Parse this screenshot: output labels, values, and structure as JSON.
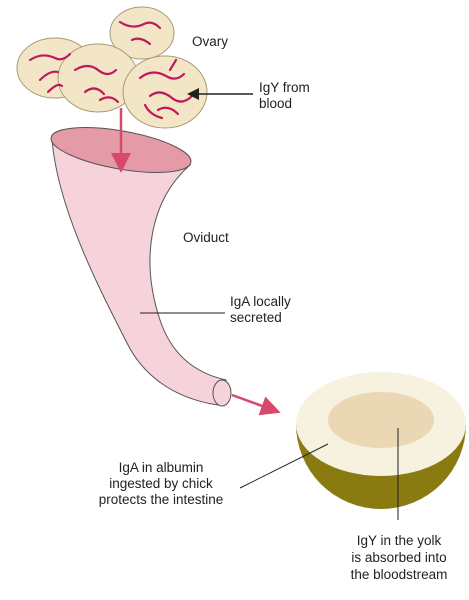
{
  "labels": {
    "ovary": "Ovary",
    "igy_blood": [
      "IgY from",
      "blood"
    ],
    "oviduct": "Oviduct",
    "iga_local": [
      "IgA locally",
      "secreted"
    ],
    "iga_albumin": [
      "IgA in albumin",
      "ingested by chick",
      "protects the intestine"
    ],
    "igy_yolk": [
      "IgY in the yolk",
      "is absorbed into",
      "the bloodstream"
    ]
  },
  "colors": {
    "vessel": "#c2185b",
    "follicle_fill": "#f3e6c6",
    "tube_fill": "#f6d3da",
    "tube_opening": "#e59aa7",
    "arrow": "#d64b6d",
    "egg_shell": "#8a7a12",
    "albumin": "#f7f1df",
    "yolk": "#ead7b3"
  }
}
